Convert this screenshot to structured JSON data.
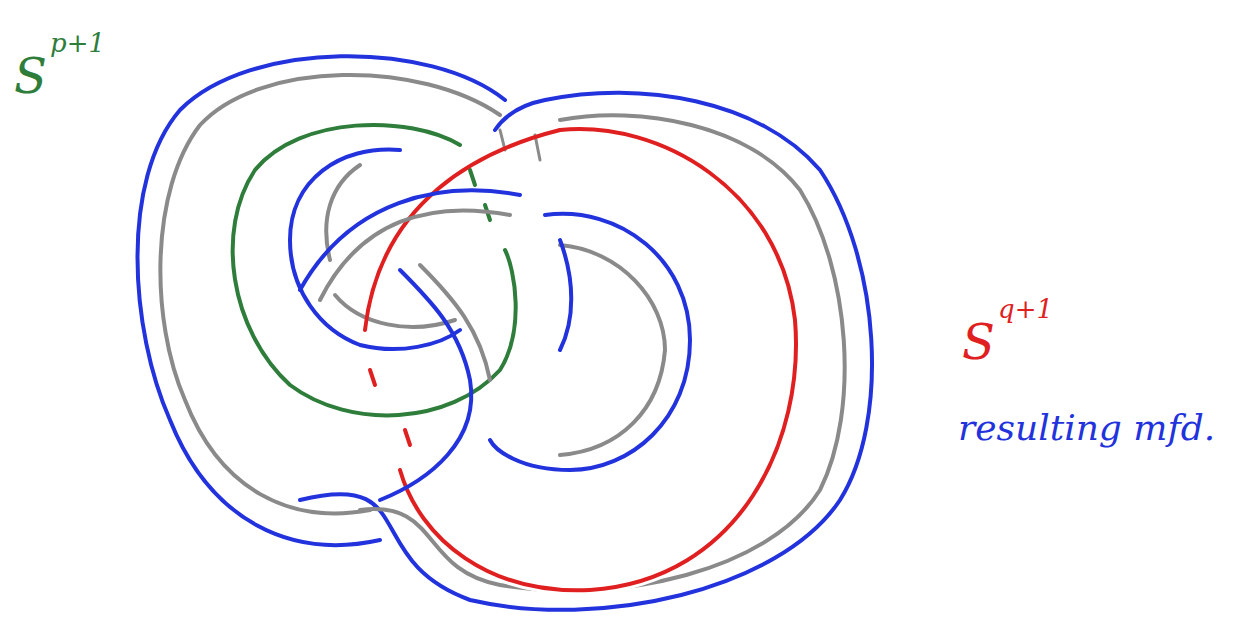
{
  "diagram": {
    "labels": [
      "S",
      "p+1",
      "S",
      "q+1",
      "resulting mfd."
    ]
  }
}
